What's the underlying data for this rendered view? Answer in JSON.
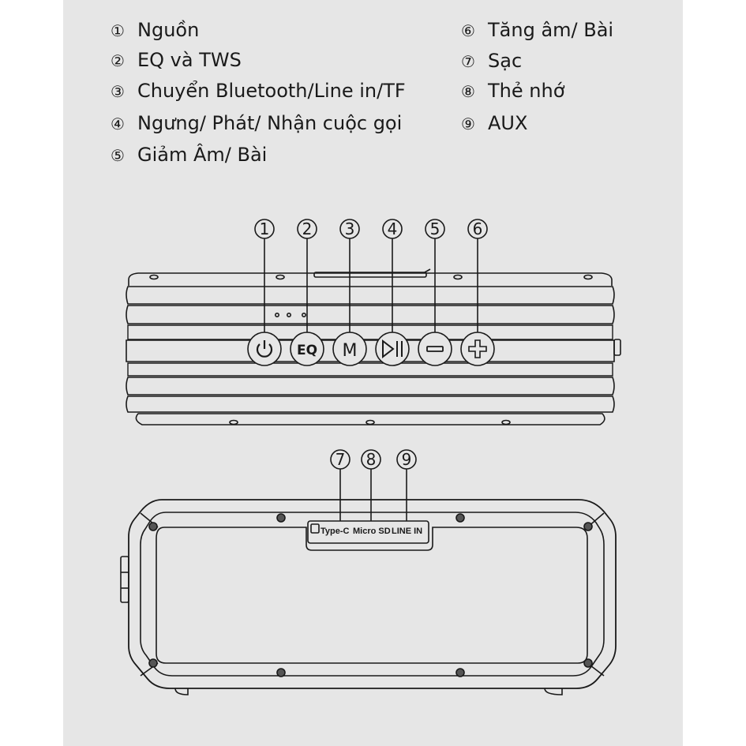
{
  "legend": [
    {
      "num": "①",
      "label": "Nguồn"
    },
    {
      "num": "②",
      "label": "EQ và TWS"
    },
    {
      "num": "③",
      "label": "Chuyển Bluetooth/Line in/TF"
    },
    {
      "num": "④",
      "label": "Ngưng/ Phát/ Nhận cuộc gọi"
    },
    {
      "num": "⑤",
      "label": "Giảm Âm/  Bài"
    },
    {
      "num": "⑥",
      "label": "Tăng âm/ Bài"
    },
    {
      "num": "⑦",
      "label": "Sạc"
    },
    {
      "num": "⑧",
      "label": "Thẻ nhớ"
    },
    {
      "num": "⑨",
      "label": "AUX"
    }
  ],
  "front_callouts": [
    "1",
    "2",
    "3",
    "4",
    "5",
    "6"
  ],
  "buttons": {
    "eq": "EQ",
    "mode": "M"
  },
  "back_callouts": [
    "7",
    "8",
    "9"
  ],
  "ports": {
    "type_c": "Type-C",
    "micro_sd": "Micro SD",
    "line_in": "LINE IN"
  },
  "icons": [
    "power-icon",
    "play-pause-icon",
    "minus-icon",
    "plus-icon"
  ]
}
